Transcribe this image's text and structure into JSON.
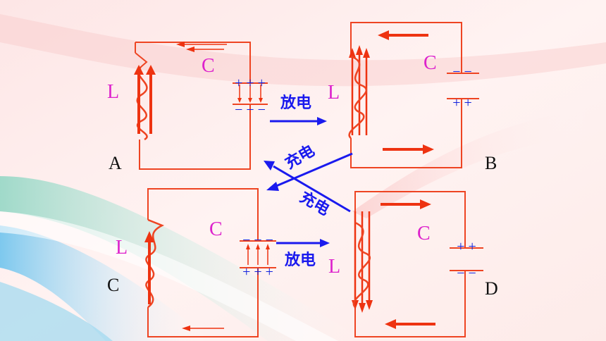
{
  "colors": {
    "wire": "#ee4422",
    "current_arrow": "#ee3311",
    "label_magenta": "#dd22cc",
    "charge_blue": "#1122dd",
    "transition_arrow": "#1a1aee",
    "panel_letter": "#111111"
  },
  "panels": {
    "a": {
      "letter": "A",
      "inductor_label": "L",
      "capacitor_label": "C",
      "top_plate_charge": "+ + +",
      "bottom_plate_charge": "− − −"
    },
    "b": {
      "letter": "B",
      "inductor_label": "L",
      "capacitor_label": "C",
      "top_plate_charge": "− −",
      "bottom_plate_charge": "+ +"
    },
    "c": {
      "letter": "C",
      "inductor_label": "L",
      "capacitor_label": "C",
      "top_plate_charge": "− − −",
      "bottom_plate_charge": "+ + +"
    },
    "d": {
      "letter": "D",
      "inductor_label": "L",
      "capacitor_label": "C",
      "top_plate_charge": "+ +",
      "bottom_plate_charge": "− −"
    }
  },
  "transitions": {
    "a_to_b": "放电",
    "b_to_c": "充电",
    "c_to_d": "放电",
    "d_to_a": "充电"
  },
  "icons": {
    "inductor": "coil-icon",
    "capacitor": "capacitor-icon",
    "current": "arrow-icon"
  }
}
